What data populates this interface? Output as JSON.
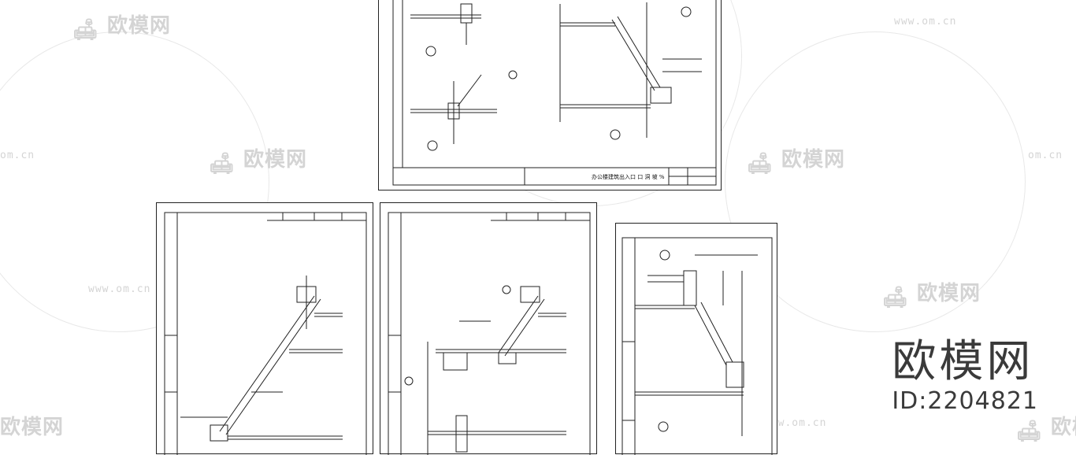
{
  "watermark": {
    "brand": "欧模网",
    "url": "www.om.cn",
    "url_short": "om.cn"
  },
  "brand_overlay": {
    "name": "欧模网",
    "id": "ID:2204821"
  },
  "sheets": [
    {
      "title": "办公楼建筑出入口 口 洞 坡 %"
    }
  ],
  "colors": {
    "line": "#222222",
    "watermark": "#d4d4d4",
    "brand": "#3a3a3a"
  }
}
